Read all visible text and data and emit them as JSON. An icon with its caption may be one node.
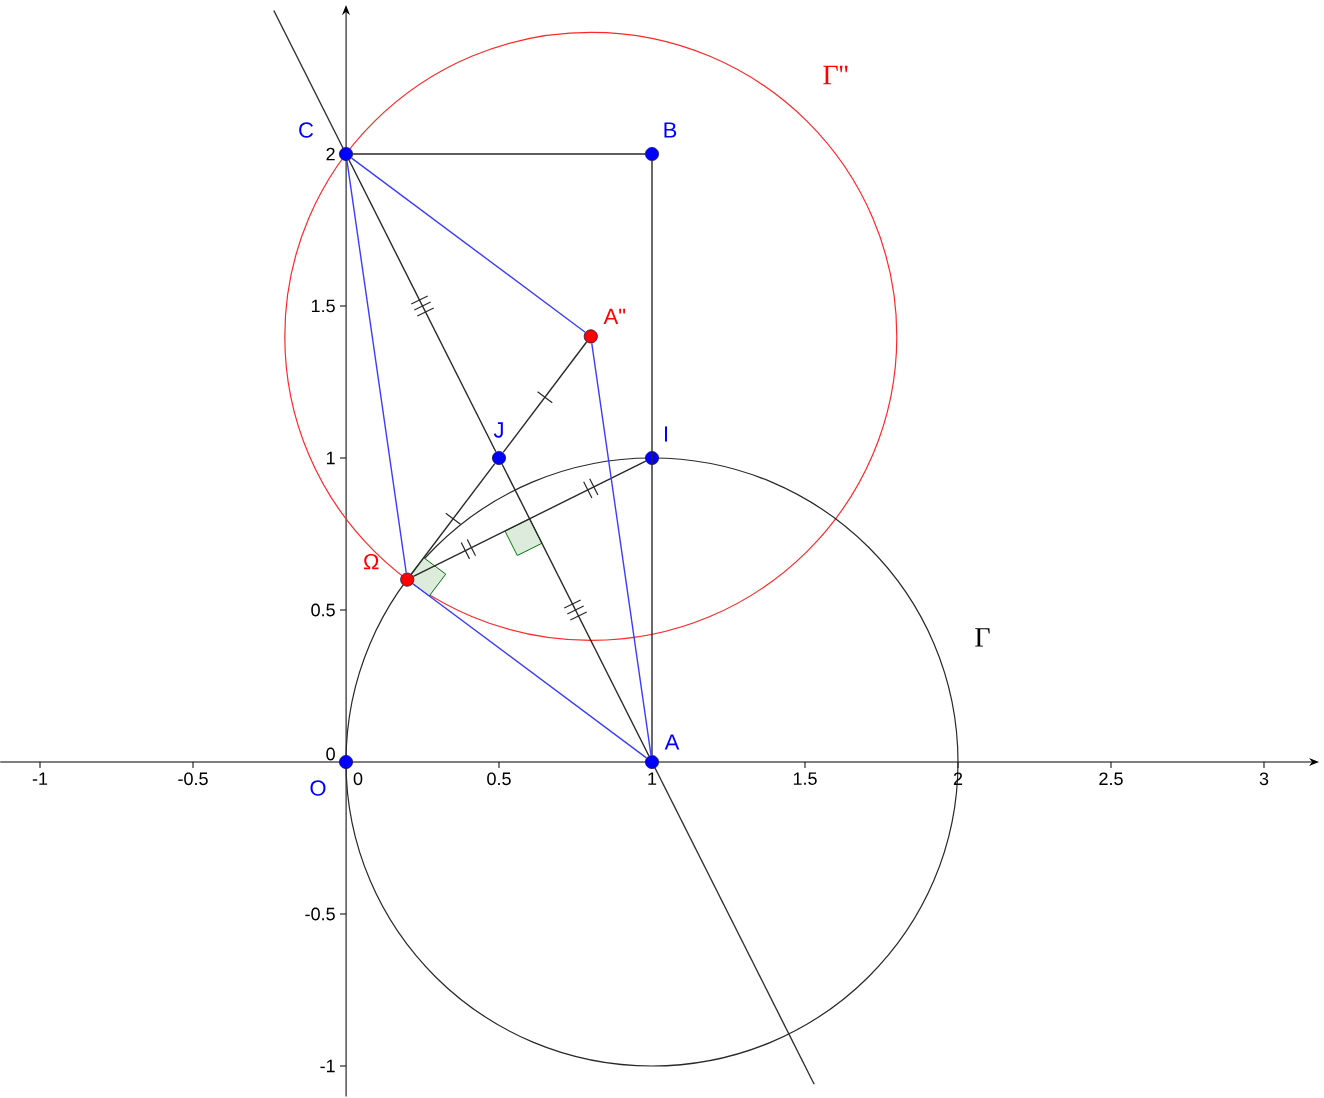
{
  "diagram": {
    "nodes": [
      {
        "text": [
          "C"
        ]
      },
      {
        "text": [
          "B"
        ]
      },
      {
        "text": [
          "A\""
        ]
      },
      {
        "text": [
          "J"
        ]
      },
      {
        "text": [
          "I"
        ]
      },
      {
        "text": [
          "Ω"
        ]
      },
      {
        "text": [
          "O"
        ]
      },
      {
        "text": [
          "A"
        ]
      }
    ],
    "edges": [
      {
        "from": 0,
        "to": 1,
        "arrow": "none"
      },
      {
        "from": 1,
        "to": 7,
        "arrow": "none"
      },
      {
        "from": 0,
        "to": 3,
        "arrow": "none"
      },
      {
        "from": 3,
        "to": 7,
        "arrow": "none"
      },
      {
        "from": 5,
        "to": 3,
        "arrow": "none"
      },
      {
        "from": 3,
        "to": 2,
        "arrow": "none"
      },
      {
        "from": 5,
        "to": 4,
        "arrow": "none"
      },
      {
        "from": 0,
        "to": 2,
        "arrow": "none",
        "color": "#3c3cff"
      },
      {
        "from": 2,
        "to": 7,
        "arrow": "none",
        "color": "#3c3cff"
      },
      {
        "from": 7,
        "to": 5,
        "arrow": "none",
        "color": "#3c3cff"
      },
      {
        "from": 5,
        "to": 0,
        "arrow": "none",
        "color": "#3c3cff"
      }
    ],
    "labels": [
      "Γ''",
      "Γ",
      "2",
      "1.5",
      "1",
      "0.5",
      "0",
      "-0.5",
      "-1",
      "-1",
      "-0.5",
      "0",
      "0.5",
      "1",
      "1.5",
      "2",
      "2.5",
      "3"
    ]
  }
}
